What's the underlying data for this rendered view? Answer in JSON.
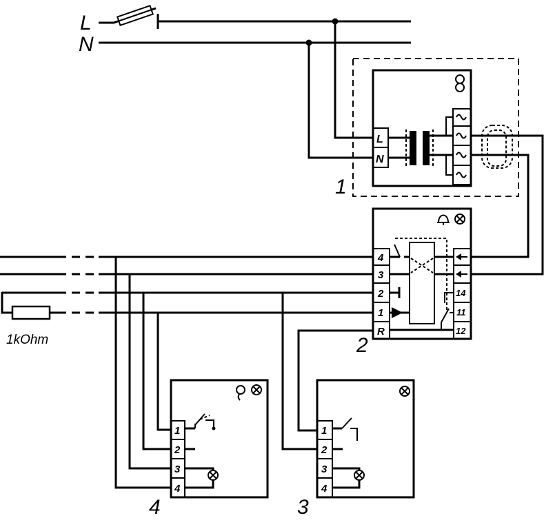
{
  "diagram": {
    "mains": {
      "live_label": "L",
      "neutral_label": "N"
    },
    "resistor": {
      "label": "1kOhm"
    },
    "device_1": {
      "label": "1",
      "terminal_l": "L",
      "terminal_n": "N"
    },
    "device_2": {
      "label": "2",
      "left_terminals": [
        "4",
        "3",
        "2",
        "1",
        "R"
      ],
      "right_terminals": [
        "14",
        "11",
        "12"
      ]
    },
    "device_3": {
      "label": "3",
      "terminals": [
        "1",
        "2",
        "3",
        "4"
      ]
    },
    "device_4": {
      "label": "4",
      "terminals": [
        "1",
        "2",
        "3",
        "4"
      ]
    }
  },
  "icons": {
    "fuse": "fuse-icon",
    "transformer": "transformer-icon",
    "device_1_symbol": "bell-transformer-icon",
    "device_2_symbols": [
      "bell-icon",
      "lamp-icon"
    ],
    "device_3_symbol": "lamp-icon",
    "device_4_symbols": [
      "push-button-icon",
      "lamp-icon"
    ],
    "resistor": "resistor-icon",
    "terminal_ac": "ac-terminal-icon",
    "terminal_arrow": "arrow-left-icon"
  },
  "colors": {
    "line": "#000000",
    "background": "#ffffff"
  }
}
